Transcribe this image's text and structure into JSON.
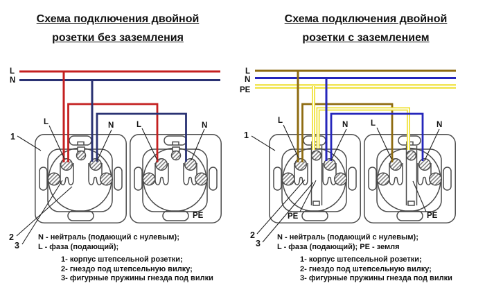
{
  "left": {
    "title1": "Схема подключения двойной",
    "title2": "розетки без заземления",
    "bus": {
      "l": "L",
      "n": "N"
    },
    "labels": {
      "c1": "1",
      "c2": "2",
      "c3": "3",
      "l1": "L",
      "n1": "N",
      "l2": "L",
      "n2": "N",
      "pe2": "PE"
    },
    "legend": {
      "n": "N - нейтраль (подающий с нулевым);",
      "l": "L - фаза (подающий);",
      "item1": "1- корпус штепсельной розетки;",
      "item2": "2- гнездо под штепсельную вилку;",
      "item3": "3- фигурные пружины гнезда под вилки"
    },
    "colors": {
      "l": "#c42020",
      "n": "#2a3273"
    }
  },
  "right": {
    "title1": "Схема подключения двойной",
    "title2": "розетки с заземлением",
    "bus": {
      "l": "L",
      "n": "N",
      "pe": "PE"
    },
    "labels": {
      "c1": "1",
      "c2": "2",
      "c3": "3",
      "l1": "L",
      "n1": "N",
      "l2": "L",
      "n2": "N",
      "pe1": "PE",
      "pe2": "PE"
    },
    "legend": {
      "n": "N - нейтраль (подающий с нулевым);",
      "l": "L - фаза (подающий);  PE - земля",
      "item1": "1- корпус штепсельной розетки;",
      "item2": "2- гнездо под штепсельную вилку;",
      "item3": "3- фигурные пружины гнезда под вилки"
    },
    "colors": {
      "l": "#8e6b10",
      "n": "#2526bb",
      "pe": "#efe136"
    }
  }
}
